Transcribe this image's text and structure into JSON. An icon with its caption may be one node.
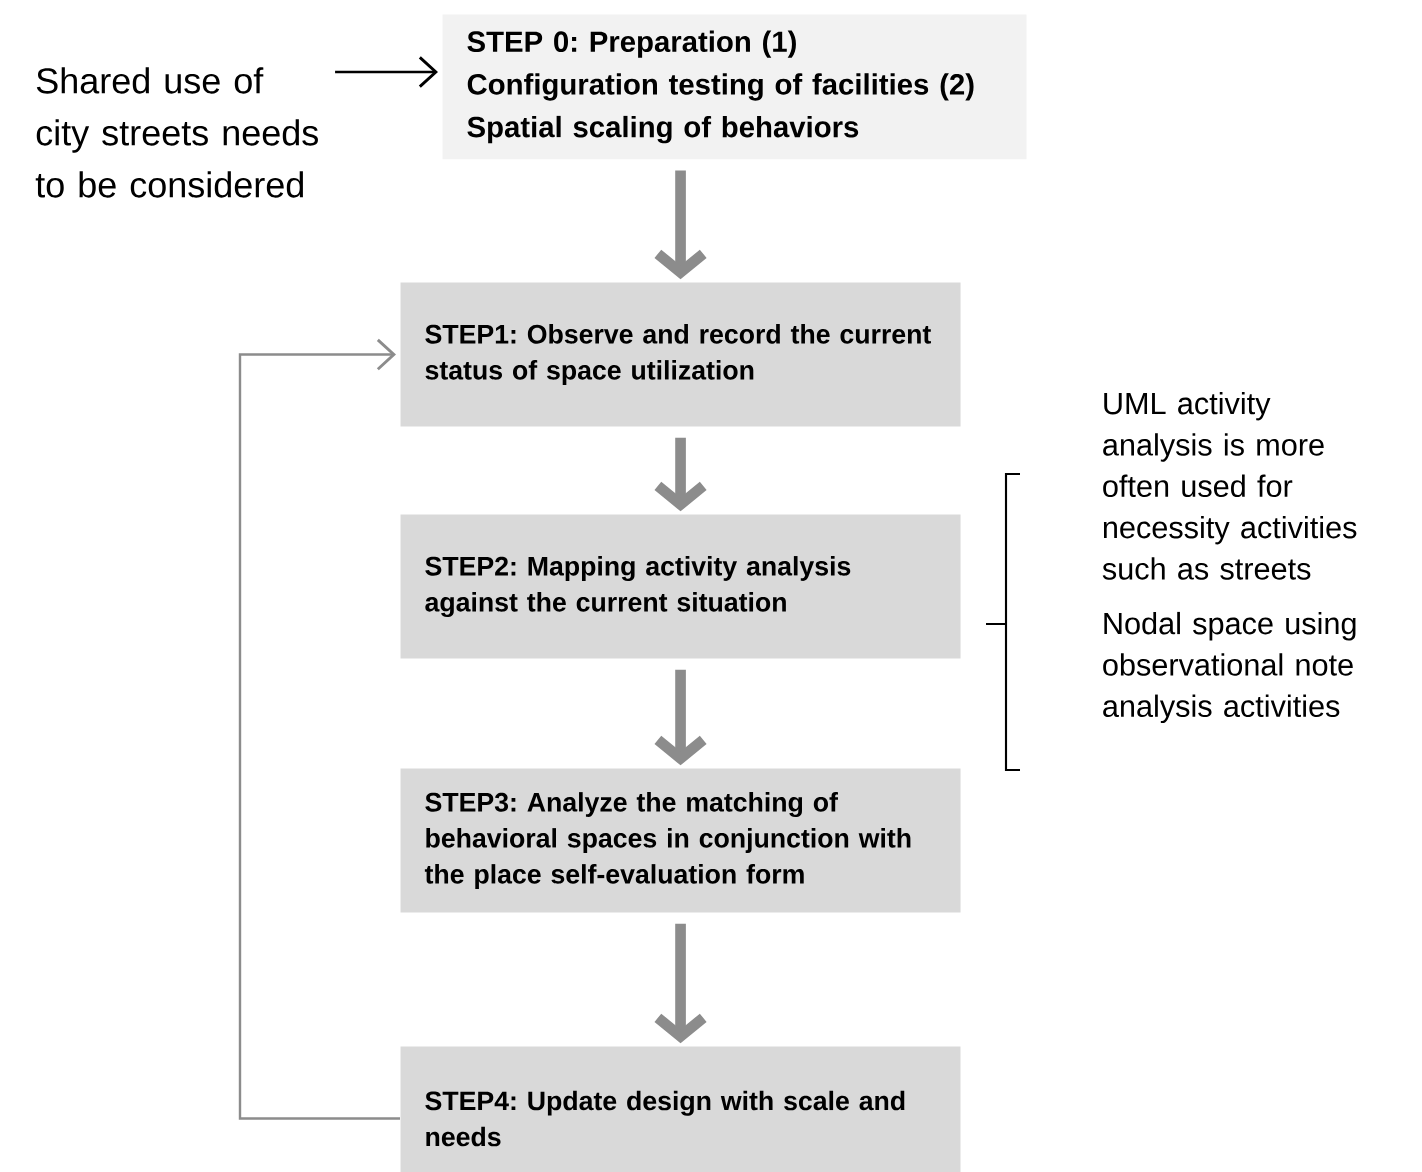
{
  "diagram": {
    "nodes": [
      {
        "text": [
          "Shared use of city streets needs to be considered"
        ]
      },
      {
        "text": [
          "STEP 0: Preparation (1)",
          "Configuration testing of facilities (2)",
          "Spatial scaling of behaviors"
        ]
      },
      {
        "text": [
          "STEP1: Observe and record the current status of space utilization"
        ]
      },
      {
        "text": [
          "STEP2: Mapping activity analysis against the current situation"
        ]
      },
      {
        "text": [
          "STEP3: Analyze the matching of behavioral spaces in conjunction with the place self-evaluation form"
        ]
      },
      {
        "text": [
          "STEP4: Update design with scale and needs"
        ]
      }
    ],
    "edges": [
      {
        "from": 0,
        "to": 1,
        "arrow": "to",
        "color": "#000000"
      },
      {
        "from": 1,
        "to": 2,
        "arrow": "to"
      },
      {
        "from": 2,
        "to": 3,
        "arrow": "to"
      },
      {
        "from": 3,
        "to": 4,
        "arrow": "to"
      },
      {
        "from": 4,
        "to": 5,
        "arrow": "to"
      },
      {
        "from": 5,
        "to": 2,
        "arrow": "to"
      }
    ],
    "labels": [
      "UML activity analysis is more often used for necessity activities such as streets",
      "Nodal space using observational note analysis activities"
    ]
  }
}
